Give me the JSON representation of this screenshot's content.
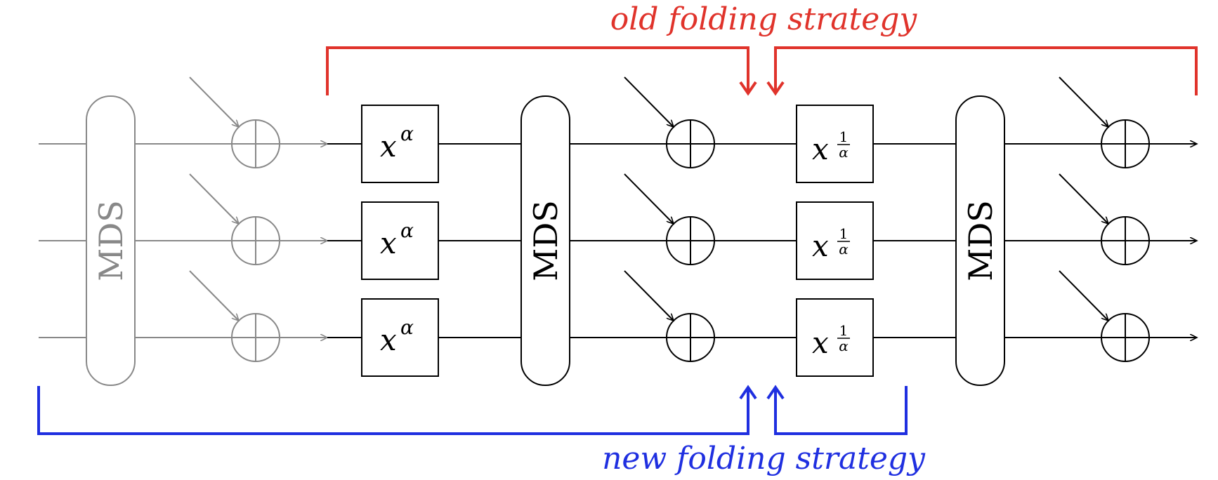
{
  "labels": {
    "old_strategy": "old folding strategy",
    "new_strategy": "new folding strategy"
  },
  "blocks": {
    "mds_label": "MDS",
    "power_base": "x",
    "power_exp": "α",
    "inverse_num": "1",
    "inverse_den": "α"
  },
  "colors": {
    "old_strategy": "#e0332b",
    "new_strategy": "#1f2fe0",
    "faded": "#888888",
    "active": "#000000"
  },
  "icons": {
    "xor": "circled-plus-icon",
    "arrow": "arrow-icon"
  }
}
